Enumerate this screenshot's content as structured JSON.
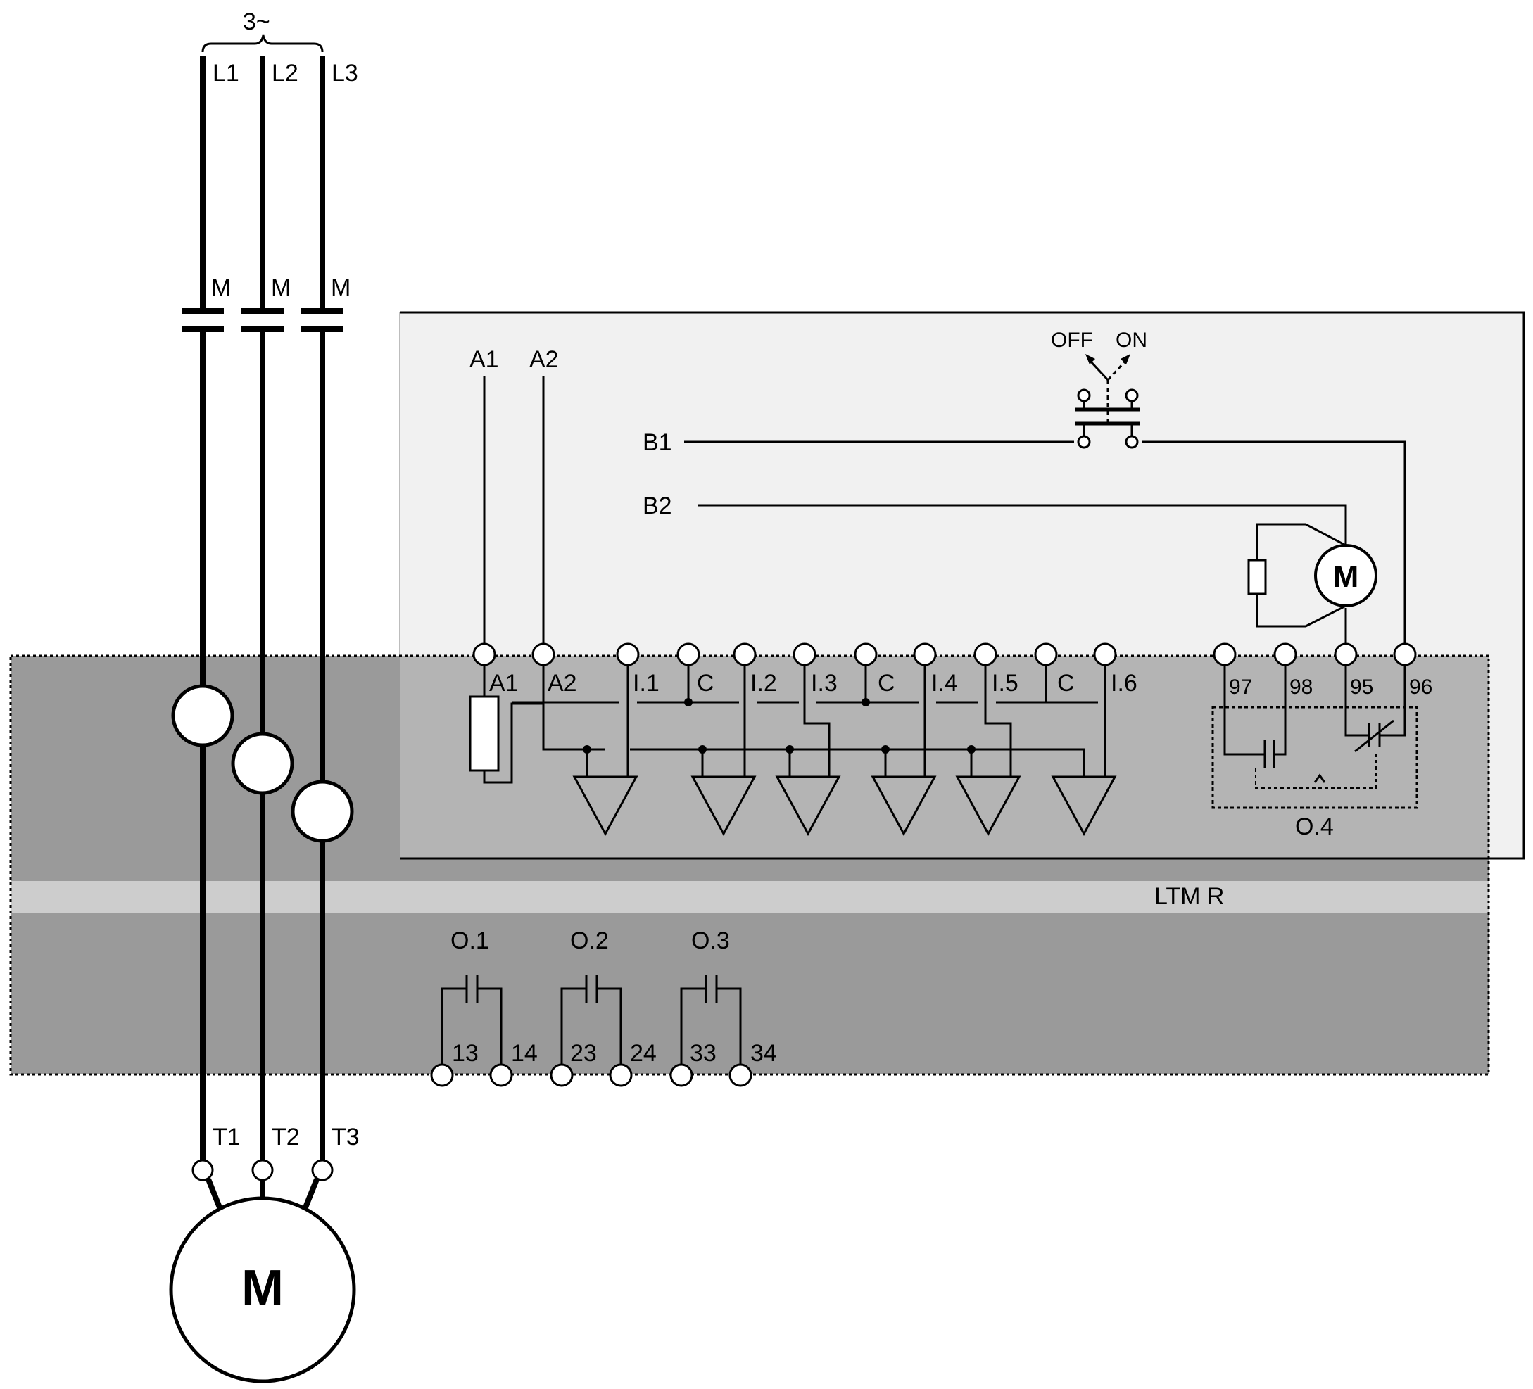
{
  "supply": {
    "phase_label": "3~",
    "lines": [
      "L1",
      "L2",
      "L3"
    ]
  },
  "contactor": {
    "label": "M"
  },
  "motor": {
    "terminals": [
      "T1",
      "T2",
      "T3"
    ],
    "label": "M"
  },
  "unit": {
    "label": "LTM R"
  },
  "power_terminals": [
    "A1",
    "A2"
  ],
  "inputs": [
    "I.1",
    "C",
    "I.2",
    "I.3",
    "C",
    "I.4",
    "I.5",
    "C",
    "I.6"
  ],
  "aux_relay": {
    "terminals": [
      "97",
      "98",
      "95",
      "96"
    ],
    "label": "O.4"
  },
  "control": {
    "b1": "B1",
    "b2": "B2",
    "off": "OFF",
    "on": "ON",
    "coil_label": "M"
  },
  "outputs": [
    {
      "label": "O.1",
      "terminals": [
        "13",
        "14"
      ]
    },
    {
      "label": "O.2",
      "terminals": [
        "23",
        "24"
      ]
    },
    {
      "label": "O.3",
      "terminals": [
        "33",
        "34"
      ]
    }
  ]
}
